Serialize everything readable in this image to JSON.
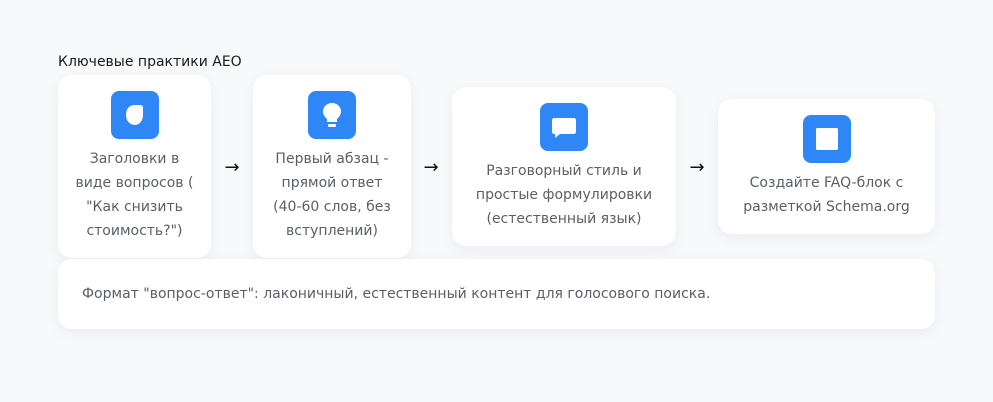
{
  "title": "Ключевые практики AEO",
  "accent_color": "#2f86f6",
  "steps": [
    {
      "icon": "rounded-square-icon",
      "label": "Заголовки в\nвиде вопросов (\n\"Как снизить\nстоимость?\")"
    },
    {
      "icon": "lightbulb-icon",
      "label": "Первый абзац -\nпрямой ответ\n(40-60 слов, без\nвступлений)"
    },
    {
      "icon": "chat-bubble-icon",
      "label": "Разговорный стиль и\nпростые формулировки\n(естественный язык)"
    },
    {
      "icon": "square-icon",
      "label": "Создайте FAQ-блок с\nразметкой Schema.org"
    }
  ],
  "arrows": [
    "→",
    "→",
    "→"
  ],
  "note": "Формат \"вопрос-ответ\": лаконичный, естественный контент для голосового поиска."
}
